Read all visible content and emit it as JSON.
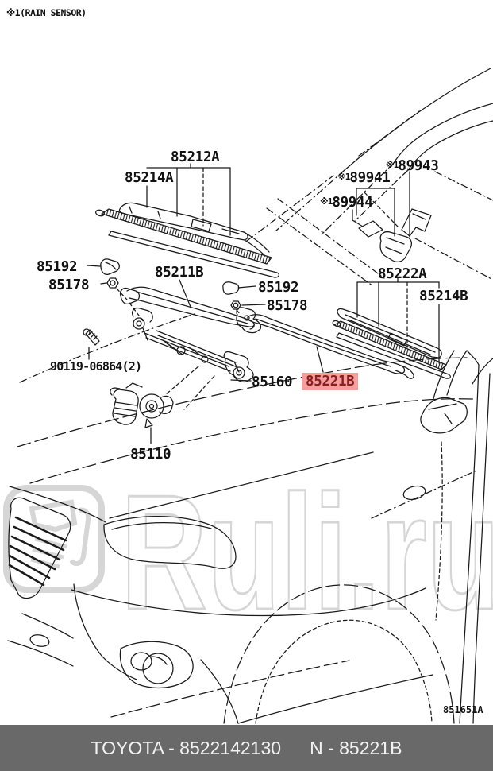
{
  "note": {
    "text": "※1(RAIN SENSOR)"
  },
  "diagram": {
    "ref_code": "851651A",
    "watermark_text": "Ruli.ru",
    "colors": {
      "line": "#1a1a1a",
      "highlight_bg": "#f49e9e",
      "highlight_text": "#8b1d1d",
      "watermark": "#d6d6d6",
      "footer_bg": "#696969",
      "footer_text": "#f2f2f2"
    },
    "labels": {
      "blade_assy_left": "85212A",
      "blade_insert_left": "85214A",
      "sensor_89943_prefix": "※1",
      "sensor_89943": "89943",
      "sensor_89941_prefix": "※1",
      "sensor_89941": "89941",
      "sensor_89944_prefix": "※1",
      "sensor_89944": "89944",
      "cap_left": "85192",
      "nut_left": "85178",
      "arm_left": "85211B",
      "cap_right": "85192",
      "nut_right": "85178",
      "blade_assy_right": "85222A",
      "blade_insert_right": "85214B",
      "bolt": "90119-06864(2)",
      "link_assy": "85160",
      "arm_right_highlighted": "85221B",
      "motor": "85110"
    }
  },
  "footer": {
    "left": "TOYOTA - 8522142130",
    "right": "N - 85221B"
  }
}
